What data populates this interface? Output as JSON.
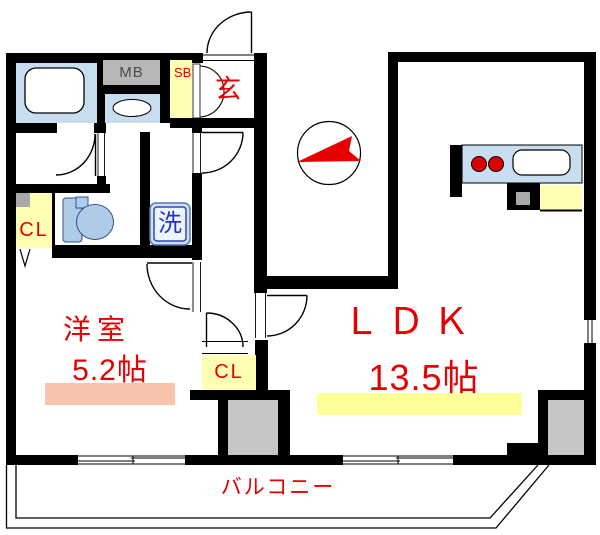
{
  "plan_type": "apartment-floor-plan",
  "rooms": {
    "western": {
      "name": "洋室",
      "size": "5.2帖"
    },
    "ldk": {
      "name": "ＬＤＫ",
      "size": "13.5帖"
    },
    "balcony": {
      "name": "バルコニー"
    },
    "entrance": {
      "name": "玄"
    },
    "laundry": {
      "name": "洗"
    }
  },
  "storage": {
    "closet_bedroom": "CL",
    "closet_hall": "CL",
    "shoe_box": "SB",
    "meter_box": "MB"
  },
  "icons": {
    "compass": "north-arrow-in-circle",
    "bathtub": "bathtub",
    "toilet": "toilet",
    "washbasin": "oval-basin-counter",
    "stove": "two-burner-stove",
    "sink": "kitchen-sink",
    "windows": "sliding-window-double-line"
  },
  "colors": {
    "accent_red": "#e60000",
    "wall_black": "#000000",
    "fixture_blue": "#c9ddf0",
    "laundry_blue": "#2233cc",
    "storage_yellow": "#ffffb3",
    "highlight_yellow": "#ffff99",
    "highlight_salmon": "#f8c3ac",
    "pillar_gray": "#c6c6c6",
    "meter_gray": "#b7b7b7",
    "square_gray": "#a9a9a9"
  }
}
